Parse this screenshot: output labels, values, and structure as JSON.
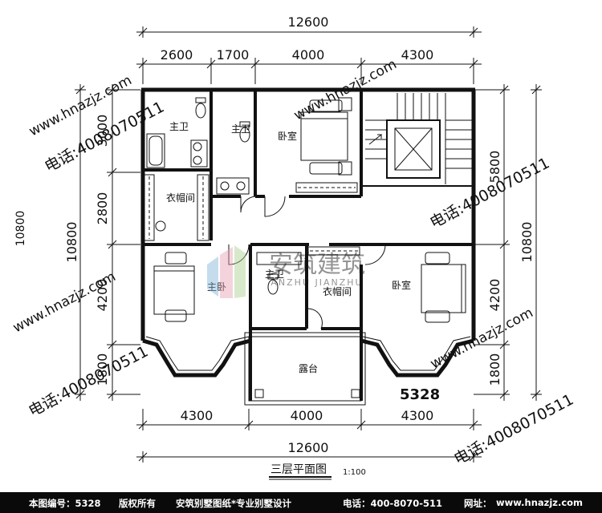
{
  "dimensions": {
    "top_total": "12600",
    "top_segments": [
      "2600",
      "1700",
      "4000",
      "4300"
    ],
    "bottom_total": "12600",
    "bottom_segments": [
      "4300",
      "4000",
      "4300"
    ],
    "left_total": "10800",
    "left_segments": [
      "3000",
      "2800",
      "4200",
      "1800"
    ],
    "right_total": "10800",
    "right_segments": [
      "5800",
      "4200",
      "1800"
    ],
    "left_ghost": "10800"
  },
  "rooms": {
    "master_bath_1": "主卫",
    "master_bath_2": "主卫",
    "bedroom_top": "卧室",
    "closet_left": "衣帽间",
    "master_bedroom": "主卧",
    "master_bath_3": "主卫",
    "closet_mid": "衣帽间",
    "bedroom_right": "卧室",
    "terrace": "露台"
  },
  "plan_number": "5328",
  "drawing_title": "三层平面图",
  "scale": "1:100",
  "logo": {
    "cn": "安筑建筑",
    "en": "ANZHU  JIANZHU"
  },
  "watermarks": {
    "site": "www.hnazjz.com",
    "phone": "电话:4008070511"
  },
  "footer": {
    "plan_no": "本图编号：5328",
    "copyright": "版权所有",
    "company": "安筑别墅图纸*专业别墅设计",
    "phone": "电话：400-8070-511",
    "site_label": "网址：",
    "site": "www.hnazjz.com"
  }
}
